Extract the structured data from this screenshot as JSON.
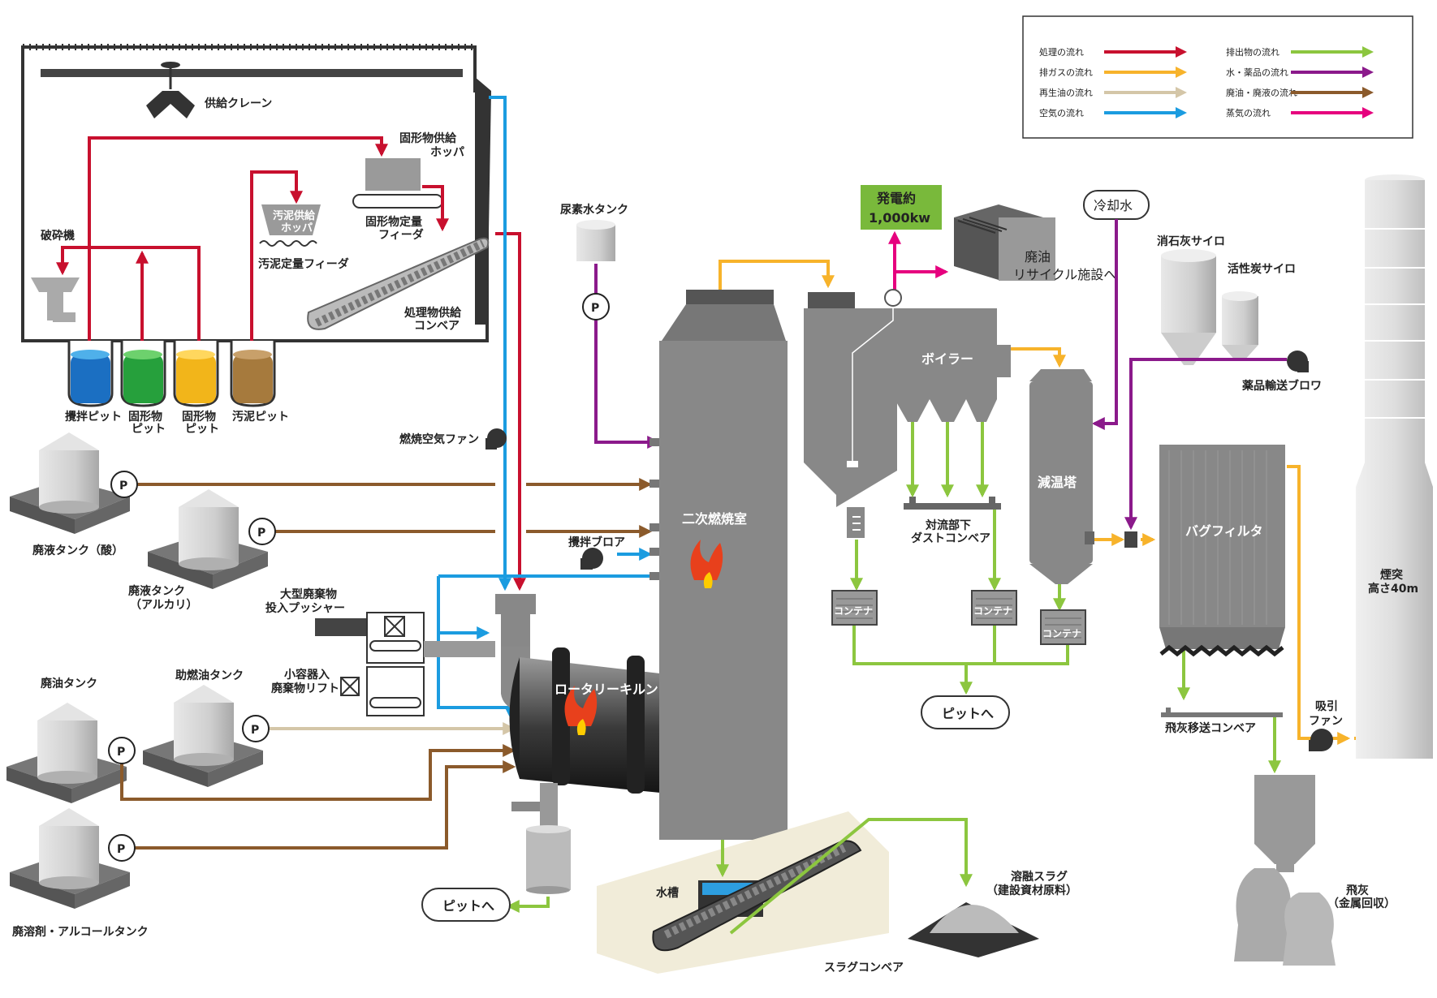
{
  "legend": [
    {
      "label": "処理の流れ",
      "color": "#c8102e"
    },
    {
      "label": "排ガスの流れ",
      "color": "#f7b32b"
    },
    {
      "label": "再生油の流れ",
      "color": "#d4c6a8"
    },
    {
      "label": "空気の流れ",
      "color": "#1b9ce0"
    },
    {
      "label": "排出物の流れ",
      "color": "#8cc63f"
    },
    {
      "label": "水・薬品の流れ",
      "color": "#8b1a8b"
    },
    {
      "label": "廃油・廃液の流れ",
      "color": "#8b5a2b"
    },
    {
      "label": "蒸気の流れ",
      "color": "#e6007e"
    }
  ],
  "labels": {
    "crane": "供給クレーン",
    "solid_hopper_1": "固形物供給",
    "solid_hopper_2": "ホッパ",
    "solid_feeder_1": "固形物定量",
    "solid_feeder_2": "フィーダ",
    "sludge_hopper_1": "汚泥供給",
    "sludge_hopper_2": "ホッパ",
    "sludge_feeder": "汚泥定量フィーダ",
    "crusher": "破砕機",
    "conveyor_1": "処理物供給",
    "conveyor_2": "コンベア",
    "pit_stir": "攪拌ピット",
    "pit_solid1_1": "固形物",
    "pit_solid1_2": "ピット",
    "pit_solid2_1": "固形物",
    "pit_solid2_2": "ピット",
    "pit_sludge": "汚泥ピット",
    "combustion_fan": "燃焼空気ファン",
    "urea_tank": "尿素水タンク",
    "acid_tank": "廃液タンク（酸）",
    "alkali_tank_1": "廃液タンク",
    "alkali_tank_2": "（アルカリ）",
    "large_pusher_1": "大型廃棄物",
    "large_pusher_2": "投入プッシャー",
    "small_lift_1": "小容器入",
    "small_lift_2": "廃棄物リフト",
    "stir_blower": "攪拌ブロア",
    "waste_oil_tank": "廃油タンク",
    "aux_oil_tank": "助燃油タンク",
    "solvent_tank": "廃溶剤・アルコールタンク",
    "rotary_kiln": "ロータリーキルン",
    "secondary_chamber": "二次燃焼室",
    "pit_to_1": "ピットへ",
    "pit_to_2": "ピットへ",
    "water_tank": "水槽",
    "slag_conveyor": "スラグコンベア",
    "slag_1": "溶融スラグ",
    "slag_2": "（建設資材原料）",
    "power_1": "発電約",
    "power_2": "1,000kw",
    "recycle_1": "廃油",
    "recycle_2": "リサイクル施設へ",
    "boiler": "ボイラー",
    "dust_conv_1": "対流部下",
    "dust_conv_2": "ダストコンベア",
    "container_1": "コンテナ",
    "container_2": "コンテナ",
    "container_3": "コンテナ",
    "cooling_water": "冷却水",
    "cooling_tower": "減温塔",
    "lime_silo": "消石灰サイロ",
    "carbon_silo": "活性炭サイロ",
    "chem_blower": "薬品輸送ブロワ",
    "bag_filter": "バグフィルタ",
    "fly_ash_conv": "飛灰移送コンベア",
    "suction_fan_1": "吸引",
    "suction_fan_2": "ファン",
    "chimney_1": "煙突",
    "chimney_2": "高さ40m",
    "fly_ash_1": "飛灰",
    "fly_ash_2": "（金属回収）",
    "pump": "P"
  }
}
